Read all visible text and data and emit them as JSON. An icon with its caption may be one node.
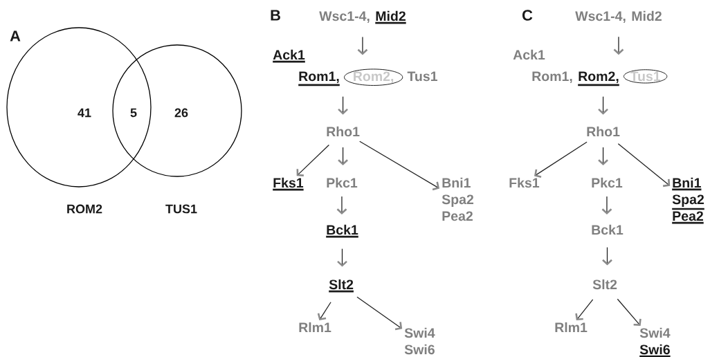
{
  "diagram": {
    "nodes": [
      {
        "text": [
          "Wsc1-4,",
          "Mid2"
        ]
      },
      {
        "text": [
          "Ack1"
        ]
      },
      {
        "text": [
          "Rom1,",
          "Rom2,",
          "Tus1"
        ]
      },
      {
        "text": [
          "Rho1"
        ]
      },
      {
        "text": [
          "Fks1"
        ]
      },
      {
        "text": [
          "Pkc1"
        ]
      },
      {
        "text": [
          "Bni1",
          "Spa2",
          "Pea2"
        ]
      },
      {
        "text": [
          "Bck1"
        ]
      },
      {
        "text": [
          "Slt2"
        ]
      },
      {
        "text": [
          "Rlm1"
        ]
      },
      {
        "text": [
          "Swi4",
          "Swi6"
        ]
      },
      {
        "text": [
          "Wsc1-4,",
          "Mid2"
        ]
      },
      {
        "text": [
          "Ack1"
        ]
      },
      {
        "text": [
          "Rom1,",
          "Rom2,",
          "Tus1"
        ]
      },
      {
        "text": [
          "Rho1"
        ]
      },
      {
        "text": [
          "Fks1"
        ]
      },
      {
        "text": [
          "Pkc1"
        ]
      },
      {
        "text": [
          "Bni1",
          "Spa2",
          "Pea2"
        ]
      },
      {
        "text": [
          "Bck1"
        ]
      },
      {
        "text": [
          "Slt2"
        ]
      },
      {
        "text": [
          "Rlm1"
        ]
      },
      {
        "text": [
          "Swi4",
          "Swi6"
        ]
      }
    ],
    "edges": [
      {
        "from": 0,
        "to": 2,
        "arrow": "to"
      },
      {
        "from": 2,
        "to": 3,
        "arrow": "to"
      },
      {
        "from": 3,
        "to": 4,
        "arrow": "to"
      },
      {
        "from": 3,
        "to": 5,
        "arrow": "to"
      },
      {
        "from": 3,
        "to": 6,
        "arrow": "to"
      },
      {
        "from": 5,
        "to": 7,
        "arrow": "to"
      },
      {
        "from": 7,
        "to": 8,
        "arrow": "to"
      },
      {
        "from": 8,
        "to": 9,
        "arrow": "to"
      },
      {
        "from": 8,
        "to": 10,
        "arrow": "to"
      },
      {
        "from": 11,
        "to": 13,
        "arrow": "to"
      },
      {
        "from": 13,
        "to": 14,
        "arrow": "to"
      },
      {
        "from": 14,
        "to": 15,
        "arrow": "to"
      },
      {
        "from": 14,
        "to": 16,
        "arrow": "to"
      },
      {
        "from": 14,
        "to": 17,
        "arrow": "to"
      },
      {
        "from": 16,
        "to": 18,
        "arrow": "to"
      },
      {
        "from": 18,
        "to": 19,
        "arrow": "to"
      },
      {
        "from": 19,
        "to": 20,
        "arrow": "to"
      },
      {
        "from": 19,
        "to": 21,
        "arrow": "to"
      }
    ],
    "labels": [
      "A",
      "41",
      "5",
      "26",
      "ROM2",
      "TUS1",
      "B",
      "C"
    ]
  }
}
